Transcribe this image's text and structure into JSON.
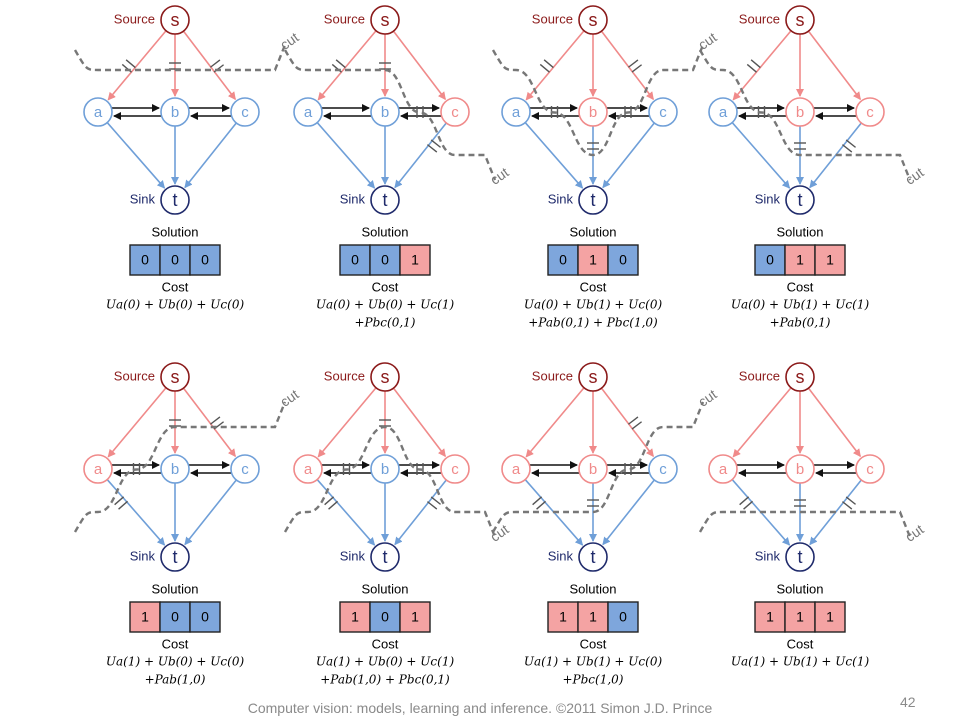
{
  "colors": {
    "source": "#8b1a1a",
    "sink": "#1f2a6b",
    "pink": "#f08a8a",
    "blue": "#6f9fd8",
    "pink_fill": "#f4a3a3",
    "blue_fill": "#7ea6dc",
    "cut": "#777777",
    "arrow_black": "#111111"
  },
  "labels": {
    "source": "Source",
    "sink": "Sink",
    "s": "s",
    "t": "t",
    "a": "a",
    "b": "b",
    "c": "c",
    "cut": "cut",
    "solution": "Solution",
    "cost": "Cost"
  },
  "panels": [
    {
      "solution": [
        0,
        0,
        0
      ],
      "cost_lines": [
        "Ua(0) + Ub(0) + Uc(0)"
      ],
      "cut_label_pos": "top"
    },
    {
      "solution": [
        0,
        0,
        1
      ],
      "cost_lines": [
        "Ua(0) + Ub(0) + Uc(1)",
        "+Pbc(0,1)"
      ],
      "cut_label_pos": "bottom"
    },
    {
      "solution": [
        0,
        1,
        0
      ],
      "cost_lines": [
        "Ua(0) + Ub(1) + Uc(0)",
        "+Pab(0,1) + Pbc(1,0)"
      ],
      "cut_label_pos": "top"
    },
    {
      "solution": [
        0,
        1,
        1
      ],
      "cost_lines": [
        "Ua(0) + Ub(1) + Uc(1)",
        "+Pab(0,1)"
      ],
      "cut_label_pos": "bottom"
    },
    {
      "solution": [
        1,
        0,
        0
      ],
      "cost_lines": [
        "Ua(1) + Ub(0) + Uc(0)",
        "+Pab(1,0)"
      ],
      "cut_label_pos": "top"
    },
    {
      "solution": [
        1,
        0,
        1
      ],
      "cost_lines": [
        "Ua(1) + Ub(0) + Uc(1)",
        "+Pab(1,0) + Pbc(0,1)"
      ],
      "cut_label_pos": "bottom"
    },
    {
      "solution": [
        1,
        1,
        0
      ],
      "cost_lines": [
        "Ua(1) + Ub(1) + Uc(0)",
        "+Pbc(1,0)"
      ],
      "cut_label_pos": "top"
    },
    {
      "solution": [
        1,
        1,
        1
      ],
      "cost_lines": [
        "Ua(1) + Ub(1) + Uc(1)"
      ],
      "cut_label_pos": "bottom"
    }
  ],
  "footer": {
    "text": "Computer vision: models, learning and inference.  ©2011 Simon J.D. Prince",
    "page": "42"
  }
}
